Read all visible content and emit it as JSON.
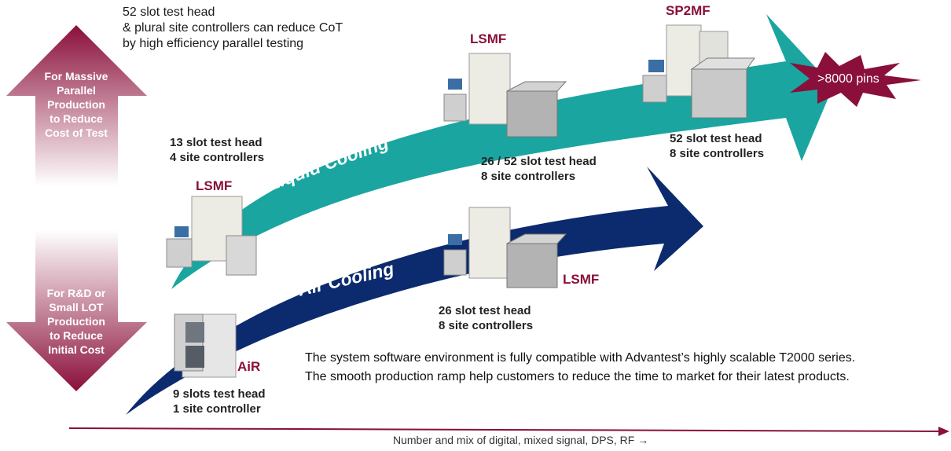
{
  "intro": {
    "line1": "52 slot test head",
    "line2": "&  plural site controllers can reduce CoT",
    "line3": "by high efficiency parallel testing"
  },
  "side_arrow": {
    "top": [
      "For Massive",
      "Parallel",
      "Production",
      "to Reduce",
      "Cost of Test"
    ],
    "bottom": [
      "For R&D or",
      "Small LOT",
      "Production",
      "to Reduce",
      "Initial Cost"
    ]
  },
  "arrows": {
    "liquid": "Liquid Cooling",
    "air": "Air Cooling",
    "burst": ">8000 pins"
  },
  "systems": [
    {
      "name": "AiR",
      "caption1": "9 slots test head",
      "caption2": "1 site controller"
    },
    {
      "name": "LSMF",
      "caption1": "13 slot test head",
      "caption2": "4 site controllers"
    },
    {
      "name": "LSMF",
      "caption1": "26 slot test head",
      "caption2": "8 site controllers"
    },
    {
      "name": "LSMF",
      "caption1": "26 / 52 slot test head",
      "caption2": "8 site controllers"
    },
    {
      "name": "SP2MF",
      "caption1": "52 slot test head",
      "caption2": "8 site controllers"
    }
  ],
  "notes": {
    "line1": "The system software environment is fully compatible with Advantest’s highly scalable T2000 series.",
    "line2": "The smooth production ramp help customers to reduce the time to market for their latest products."
  },
  "x_axis": "Number and mix of digital, mixed signal, DPS, RF →",
  "colors": {
    "teal": "#1aa5a0",
    "navy": "#0c2a6e",
    "maroon": "#8a0f3a"
  }
}
